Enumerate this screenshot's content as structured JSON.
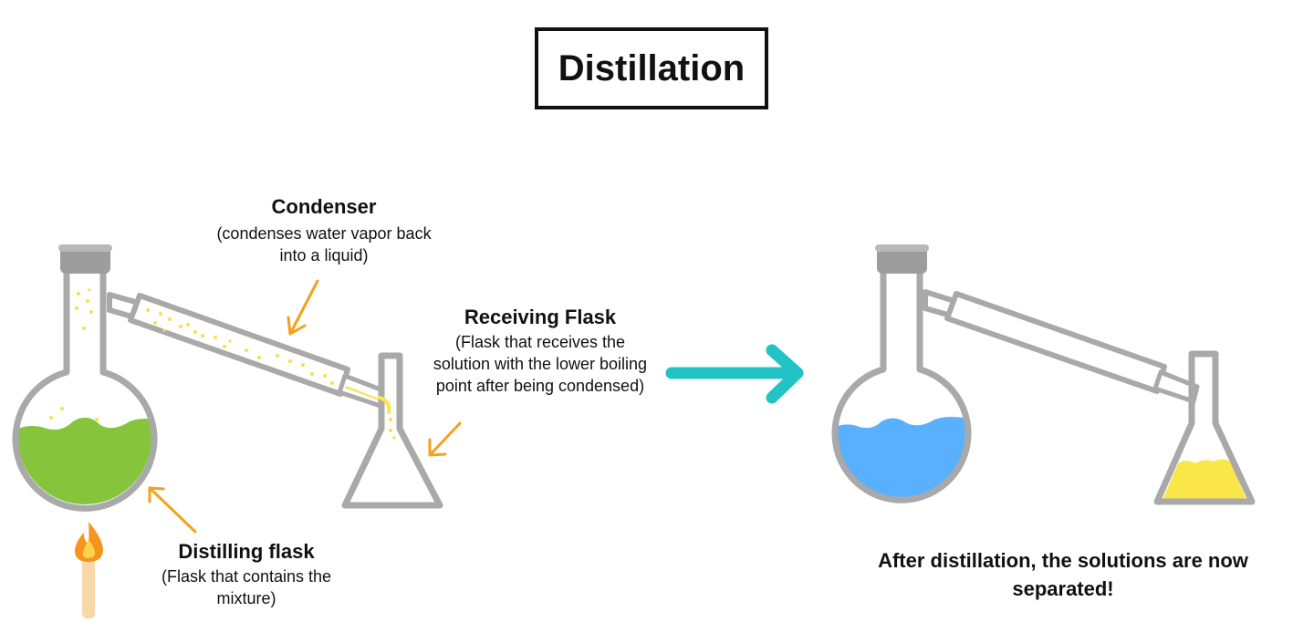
{
  "title": "Distillation",
  "labels": {
    "condenser": {
      "name": "Condenser",
      "description": "(condenses water vapor back into a liquid)"
    },
    "receiving_flask": {
      "name": "Receiving Flask",
      "description": "(Flask that receives the solution with the lower boiling point after being condensed)"
    },
    "distilling_flask": {
      "name": "Distilling flask",
      "description": "(Flask that contains the mixture)"
    }
  },
  "conclusion": "After distillation, the solutions are now separated!",
  "colors": {
    "glass": "#a9a9a9",
    "mixture": "#85c43b",
    "separated_liquid": "#59b0ff",
    "distillate": "#fbe64a",
    "vapor_dots": "#f7e04a",
    "pointer_arrows": "#f3a21c",
    "process_arrow": "#21c3c5",
    "flame": "#f7941d"
  },
  "icons": [
    "match-icon",
    "flame-icon",
    "process-arrow-icon"
  ]
}
